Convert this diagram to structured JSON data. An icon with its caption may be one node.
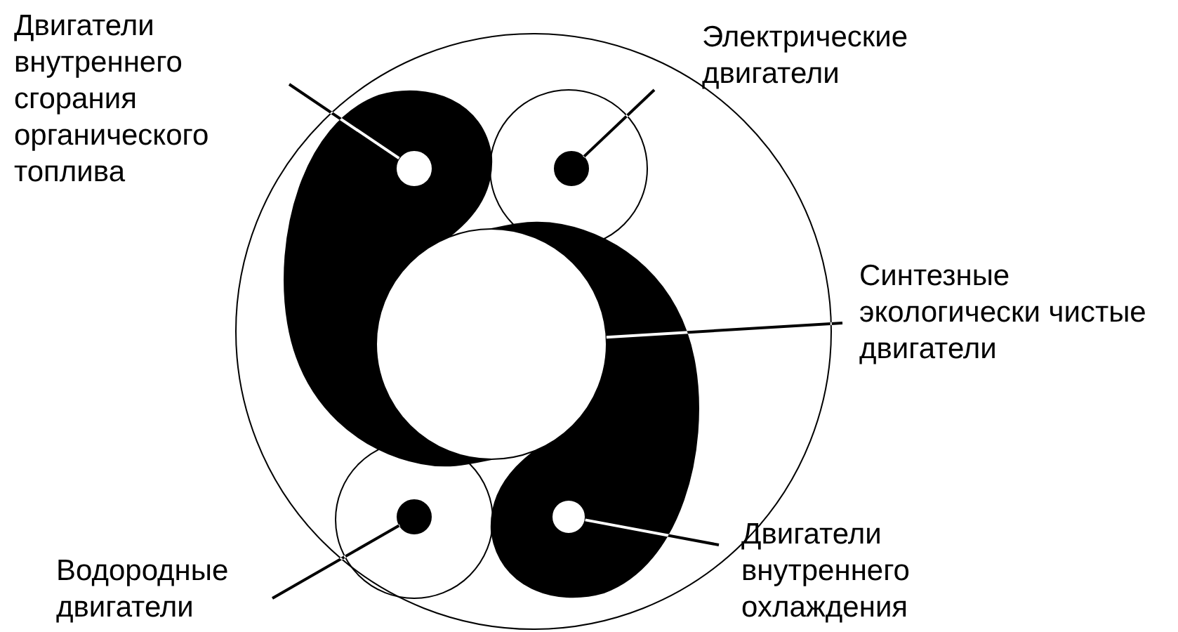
{
  "diagram": {
    "nodes": [
      {
        "text": [
          "Двигатели внутреннего сгорания органического топлива"
        ]
      },
      {
        "text": [],
        "shape": "circle"
      },
      {
        "text": [
          "Электрические двигатели"
        ]
      },
      {
        "text": [],
        "shape": "circle"
      },
      {
        "text": [
          "Синтезные экологически чистые двигатели"
        ]
      },
      {
        "text": [],
        "shape": "circle"
      },
      {
        "text": [
          "Водородные двигатели"
        ]
      },
      {
        "text": [],
        "shape": "circle"
      },
      {
        "text": [
          "Двигатели внутреннего охлаждения"
        ]
      },
      {
        "text": [],
        "shape": "circle"
      }
    ],
    "edges": [
      {
        "from": 0,
        "to": 1,
        "arrow": "none"
      },
      {
        "from": 2,
        "to": 3,
        "arrow": "none"
      },
      {
        "from": 4,
        "to": 5,
        "arrow": "none"
      },
      {
        "from": 6,
        "to": 7,
        "arrow": "none"
      },
      {
        "from": 8,
        "to": 9,
        "arrow": "none"
      }
    ]
  }
}
